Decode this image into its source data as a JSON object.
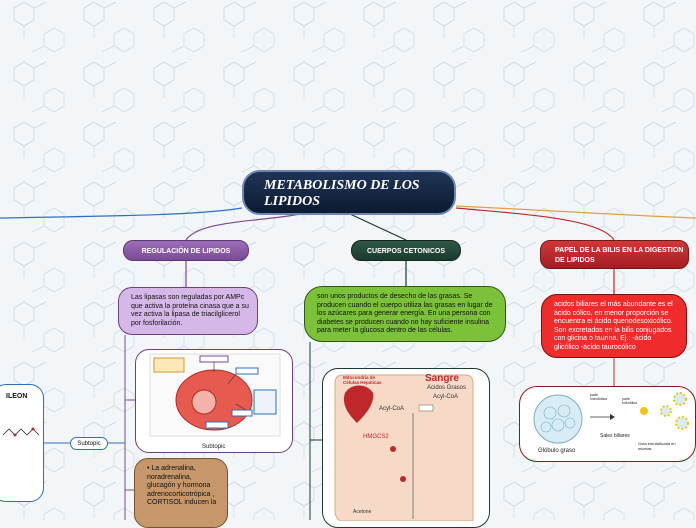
{
  "title": "METABOLISMO DE LOS LIPIDOS",
  "branches": {
    "regulacion": "REGULACIÓN DE LIPIDOS",
    "cetonicos": "CUERPOS CETONICOS",
    "bilis": "PAPEL DE LA BILIS EN LA DIGESTION DE LIPIDOS"
  },
  "notes": {
    "regulacion": "Las lipasas son reguladas por AMPc que activa la proteína cinasa que a su vez activa la lipasa de triacilglicerol por fosforilación.",
    "cetonicos": "son unos productos de desecho de las grasas. Se producen cuando el cuerpo utiliza las grasas en lugar de los azúcares para generar energía. En una persona con diabetes se producen cuando no hay suficiente insulina para meter la glucosa dentro de las células.",
    "bilis": "acidos biliares el más abundante es el ácido cólico, en menor proporción se encuentra el ácido quenodesoxicólico.  Son excretados en la bilis conjugados con glicina o taurina. Ej.: -ácido glicólico -ácido taurocólico",
    "hormonas": "• La adrenalina, noradrenalina, glucagón y hormona adrenocorticotrópica , CORTISOL inducen la"
  },
  "subtopics": {
    "left": "Subtopic",
    "image_caption": "Subtopic",
    "ileon": "ILEON"
  },
  "image_labels": {
    "sangre": "Sangre",
    "acidos_grasos": "Acidos Grasos",
    "acyl_coa": "Acyl-CoA",
    "mitocondria": "Mitocondria de Células Hepáticas",
    "hmgcs2": "HMGCS2",
    "acetone": "Acetone",
    "globulo": "Glóbulo graso",
    "sales": "Sales biliares",
    "gotas": "Gota emulsificada en micelas",
    "parte_hidrofobica": "parte hidrofóbica",
    "parte_hidrofilica": "parte hidrofílica"
  },
  "colors": {
    "regulacion": "#7a4a96",
    "cetonicos": "#1d3a2f",
    "bilis": "#c0272d",
    "title": "#13243f"
  }
}
